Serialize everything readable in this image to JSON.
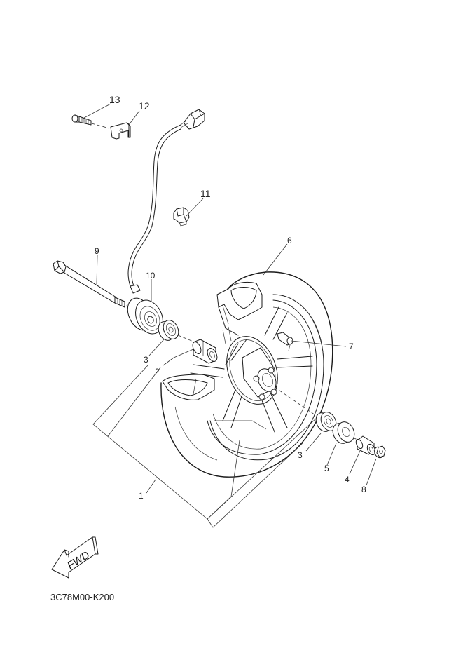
{
  "diagram": {
    "title_code": "3C78M00-K200",
    "direction_label": "FWD",
    "callouts": [
      {
        "id": "1",
        "part": "wheel-assembly"
      },
      {
        "id": "2",
        "part": "spacer-collar"
      },
      {
        "id": "3",
        "part": "bearing"
      },
      {
        "id": "4",
        "part": "collar"
      },
      {
        "id": "5",
        "part": "oil-seal"
      },
      {
        "id": "6",
        "part": "tire"
      },
      {
        "id": "7",
        "part": "valve"
      },
      {
        "id": "8",
        "part": "nut"
      },
      {
        "id": "9",
        "part": "wheel-axle"
      },
      {
        "id": "10",
        "part": "speed-sensor-gear-unit"
      },
      {
        "id": "11",
        "part": "cable-clamp"
      },
      {
        "id": "12",
        "part": "bracket"
      },
      {
        "id": "13",
        "part": "bolt"
      }
    ],
    "labels": {
      "c1": "1",
      "c2": "2",
      "c3a": "3",
      "c3b": "3",
      "c4": "4",
      "c5": "5",
      "c6": "6",
      "c7": "7",
      "c8": "8",
      "c9": "9",
      "c10": "10",
      "c11": "11",
      "c12": "12",
      "c13": "13"
    },
    "colors": {
      "line": "#1a1a1a",
      "background": "#ffffff"
    }
  }
}
